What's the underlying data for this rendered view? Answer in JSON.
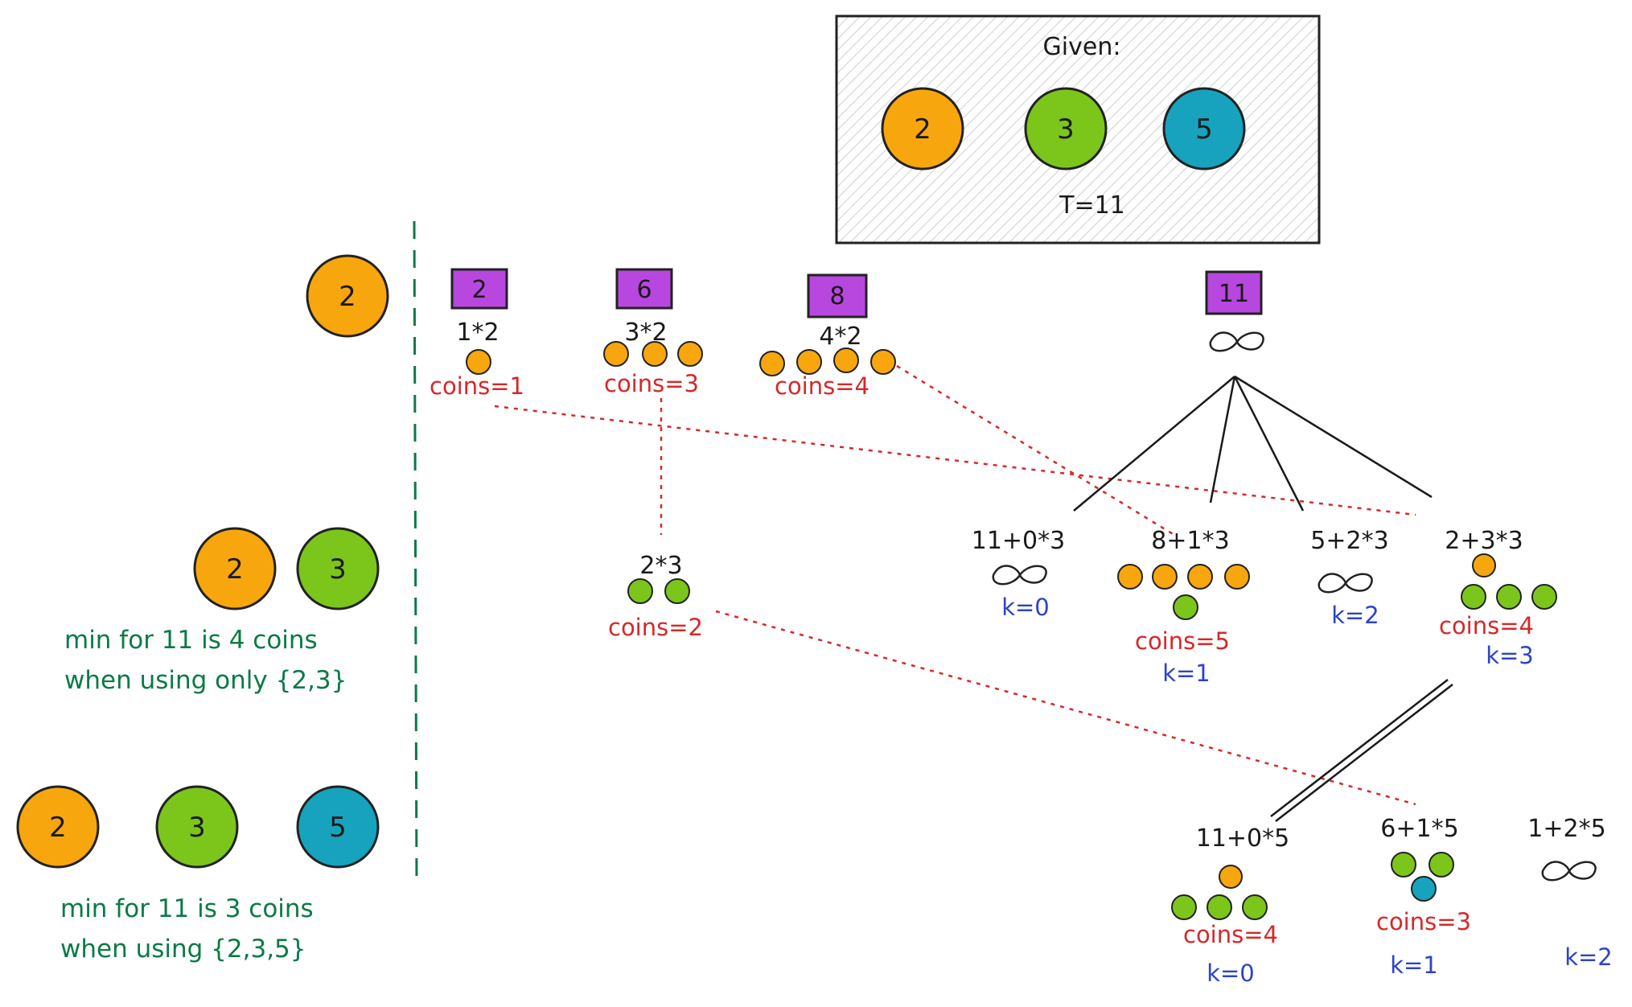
{
  "given": {
    "title": "Given:",
    "coins": [
      "2",
      "3",
      "5"
    ],
    "target": "T=11"
  },
  "colors": {
    "orange": "#f7a70d",
    "green": "#7cc61c",
    "teal": "#17a3bd",
    "purple": "#b847e0",
    "red": "#d62828",
    "blue": "#2c44c9",
    "note_green": "#0b7a45",
    "ink": "#1a1a1a"
  },
  "rows": {
    "row1_coins": [
      "2"
    ],
    "row2_coins": [
      "2",
      "3"
    ],
    "row3_coins": [
      "2",
      "3",
      "5"
    ],
    "row2_note": [
      "min for 11 is 4 coins",
      "when using only {2,3}"
    ],
    "row3_note": [
      "min for 11 is 3 coins",
      "when using {2,3,5}"
    ]
  },
  "row1_cells": [
    {
      "amount": "2",
      "expr": "1*2",
      "coins": "coins=1"
    },
    {
      "amount": "6",
      "expr": "3*2",
      "coins": "coins=3"
    },
    {
      "amount": "8",
      "expr": "4*2",
      "coins": "coins=4"
    },
    {
      "amount": "11",
      "expr": "",
      "coins": ""
    }
  ],
  "row2_cell": {
    "expr": "2*3",
    "coins": "coins=2"
  },
  "tree_level1": [
    {
      "expr": "11+0*3",
      "coins": "",
      "k": "k=0"
    },
    {
      "expr": "8+1*3",
      "coins": "coins=5",
      "k": "k=1"
    },
    {
      "expr": "5+2*3",
      "coins": "",
      "k": "k=2"
    },
    {
      "expr": "2+3*3",
      "coins": "coins=4",
      "k": "k=3"
    }
  ],
  "tree_level2": [
    {
      "expr": "11+0*5",
      "coins": "coins=4",
      "k": "k=0"
    },
    {
      "expr": "6+1*5",
      "coins": "coins=3",
      "k": "k=1"
    },
    {
      "expr": "1+2*5",
      "coins": "",
      "k": "k=2"
    }
  ]
}
